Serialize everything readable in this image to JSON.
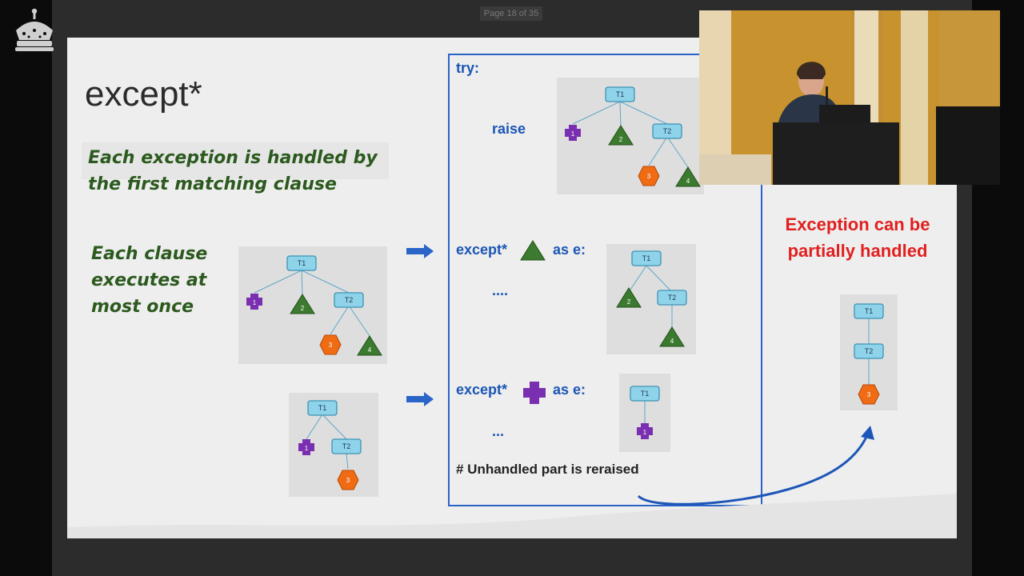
{
  "viewer": {
    "page_indicator": "Page 18 of 35"
  },
  "slide": {
    "title": "except*",
    "note1_lines": [
      "Each exception is handled by",
      "the first matching clause"
    ],
    "note2_lines": [
      "Each clause",
      "executes at",
      "most once"
    ],
    "try_label": "try:",
    "raise_label": "raise",
    "except1_label": "except*",
    "except1_suffix": "as e:",
    "except1_body": "....",
    "except2_label": "except*",
    "except2_suffix": "as e:",
    "except2_body": "...",
    "reraise_comment": "# Unhandled part is reraised",
    "partial_lines": [
      "Exception can be",
      "partially handled"
    ],
    "tree_labels": {
      "t1": "T1",
      "t2": "T2",
      "n1": "1",
      "n2": "2",
      "n3": "3",
      "n4": "4"
    }
  },
  "colors": {
    "title": "#2b2b2b",
    "note_green": "#2c5a1e",
    "code_blue": "#1b56b5",
    "red_text": "#e11f1f",
    "node_blue": "#8fd3ea",
    "purple": "#7a2fb0",
    "green": "#3b7a2f",
    "orange": "#ef6b14",
    "arrow_blue": "#2a64c8"
  },
  "icons": [
    "crown-logo-icon",
    "triangle-shape-icon",
    "cross-shape-icon",
    "arrow-right-icon",
    "curved-arrow-icon"
  ]
}
